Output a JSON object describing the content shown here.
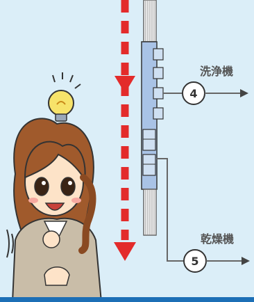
{
  "outputs": [
    {
      "number": "4",
      "label": "洗浄機"
    },
    {
      "number": "5",
      "label": "乾燥機"
    }
  ],
  "colors": {
    "background": "#dbeef8",
    "arrow": "#e32b2b",
    "machine_body": "#a9c3e6",
    "outline": "#333333",
    "connector": "#666666",
    "bottom_bar": "#1c6fb6"
  },
  "icons": [
    "lightbulb-icon",
    "person-illustration"
  ]
}
